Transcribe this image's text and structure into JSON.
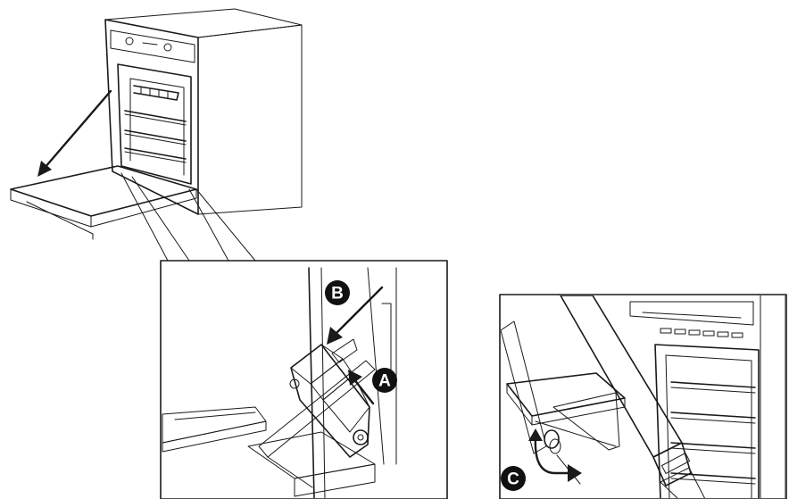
{
  "labels": {
    "a": "A",
    "b": "B",
    "c": "C"
  },
  "colors": {
    "line": "#1a1a1a",
    "oven_side": "#d9d9d9",
    "oven_front": "#f4f4f4",
    "hinge": "#8f8f8f",
    "hose": "#a8a8a8",
    "label_fill": "#111111"
  }
}
